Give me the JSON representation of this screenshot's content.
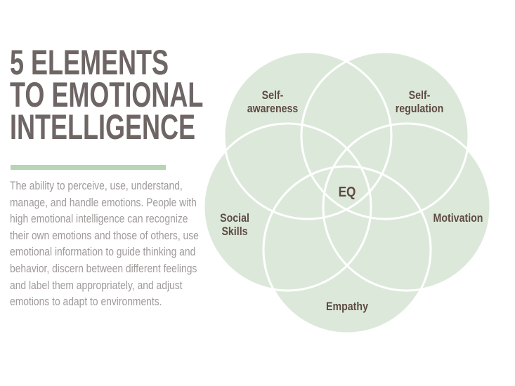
{
  "title": {
    "lines": [
      "5 ELEMENTS",
      "TO EMOTIONAL",
      "INTELLIGENCE"
    ]
  },
  "description": "The ability to perceive, use, understand, manage, and handle emotions. People with high emotional intelligence can recognize their own emotions and those of others, use emotional information to guide thinking and behavior, discern between different feelings and label them appropriately, and adjust emotions to adapt to environments.",
  "colors": {
    "title": "#6e6664",
    "accent_bar": "#b7d4b5",
    "body_text": "#a09a9a",
    "circle_fill": "#dce9da",
    "circle_stroke": "#ffffff",
    "label_text": "#5e4a44"
  },
  "diagram": {
    "center_label": "EQ",
    "elements": [
      {
        "line1": "Self-",
        "line2": "awareness"
      },
      {
        "line1": "Self-",
        "line2": "regulation"
      },
      {
        "line1": "Motivation",
        "line2": ""
      },
      {
        "line1": "Empathy",
        "line2": ""
      },
      {
        "line1": "Social",
        "line2": "Skills"
      }
    ]
  }
}
